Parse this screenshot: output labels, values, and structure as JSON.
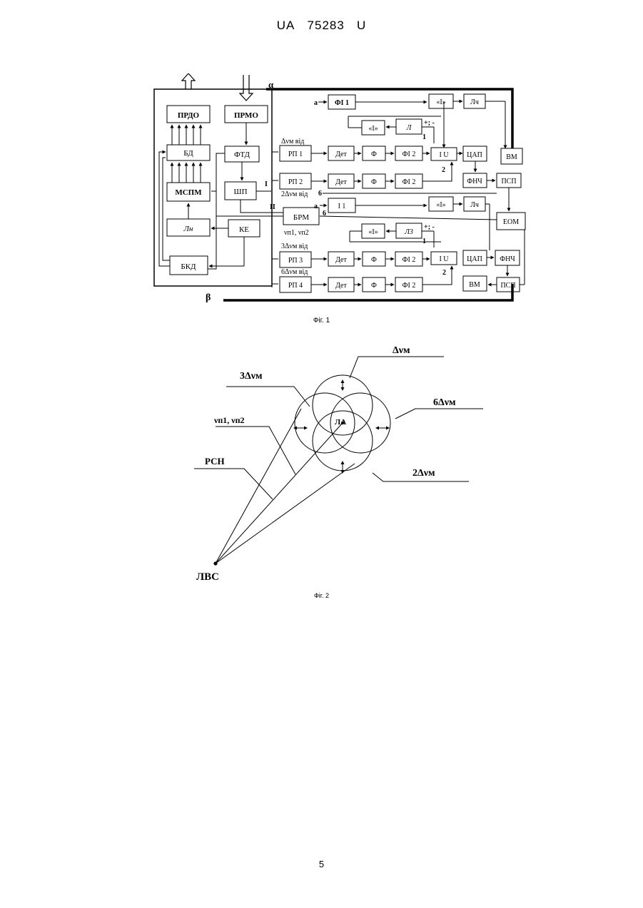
{
  "header": {
    "country": "UA",
    "number": "75283",
    "kind": "U"
  },
  "fig1": {
    "caption": "Фіг. 1",
    "blocks": {
      "prdo": "ПРДО",
      "prmo": "ПРМО",
      "bd": "БД",
      "ftd": "ФТД",
      "mspm": "МСПМ",
      "shp": "ШП",
      "ln": "Лн",
      "ke": "КЕ",
      "bkd": "БКД",
      "brm": "БРМ",
      "fi1": "ФІ 1",
      "int_top": "«І»",
      "lch_top": "Лч",
      "int2_top": "«І»",
      "l_top": "Л",
      "rp1": "РП 1",
      "det1": "Дет",
      "f1": "Ф",
      "fi2_1": "ФІ 2",
      "i_u_top": "І   U",
      "cap_top": "ЦАП",
      "vm_top": "ВМ",
      "rp2": "РП 2",
      "det2": "Дет",
      "f2": "Ф",
      "fi2_2": "ФІ 2",
      "fnch_top": "ФНЧ",
      "psp_top": "ПСП",
      "i1": "І 1",
      "int_mid": "«І»",
      "lch_mid": "Лч",
      "eom": "ЕОМ",
      "int2_mid": "«І»",
      "l3": "Л3",
      "rp3": "РП 3",
      "det3": "Дет",
      "f3": "Ф",
      "fi2_3": "ФІ 2",
      "i_u_bot": "І   U",
      "cap_bot": "ЦАП",
      "fnch_bot": "ФНЧ",
      "rp4": "РП 4",
      "det4": "Дет",
      "f4": "Ф",
      "fi2_4": "ФІ 2",
      "vm_bot": "ВМ",
      "psp_bot": "ПСП"
    },
    "labels": {
      "alpha": "α",
      "beta": "β",
      "dv": "Δνм від",
      "dv2": "2Δνм від",
      "dv3": "3Δνм від",
      "dv6": "6Δνм від",
      "vn": "νп1, νп2",
      "roman1": "І",
      "roman2": "ІІ",
      "a1": "а",
      "a2": "а",
      "six1": "6",
      "six2": "6",
      "one1": "1",
      "one2": "1",
      "two1": "2",
      "two2": "2",
      "pm1": "+; -",
      "pm2": "+; -"
    }
  },
  "fig2": {
    "caption": "Фіг. 2",
    "labels": {
      "dv": "Δνм",
      "dv3": "3Δνм",
      "dv6": "6Δνм",
      "dv2": "2Δνм",
      "vn": "νп1, νп2",
      "rsn": "РСН",
      "la": "ЛА",
      "lvs": "ЛВС"
    }
  },
  "page_number": "5"
}
